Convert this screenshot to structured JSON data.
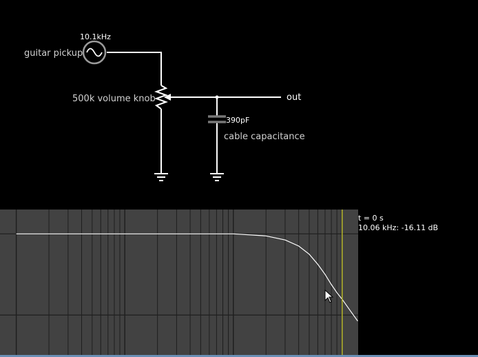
{
  "circuit": {
    "source": {
      "label": "guitar pickup",
      "frequency": "10.1kHz"
    },
    "potentiometer": {
      "label": "500k volume knob"
    },
    "capacitor": {
      "value": "390pF",
      "label": "cable capacitance"
    },
    "output": {
      "label": "out"
    }
  },
  "scope": {
    "time_readout": "t = 0 s",
    "cursor_readout": "10.06 kHz: -16.11 dB",
    "colors": {
      "background": "#424242",
      "grid": "#1e1e1e",
      "trace": "#ffffff",
      "cursor": "#b5b52a"
    }
  },
  "chart_data": {
    "type": "line",
    "x_scale": "log",
    "series": [
      {
        "x": [
          10,
          1000,
          2000,
          3000,
          4000,
          5000,
          6000,
          7000,
          8000,
          9000,
          10060,
          12000,
          14000
        ],
        "y": [
          0,
          0,
          -0.5,
          -1.5,
          -3,
          -5,
          -7.5,
          -10,
          -12.5,
          -14.5,
          -16.11,
          -19,
          -21.5
        ]
      }
    ],
    "cursor": {
      "x": 10060,
      "y": -16.11
    }
  }
}
